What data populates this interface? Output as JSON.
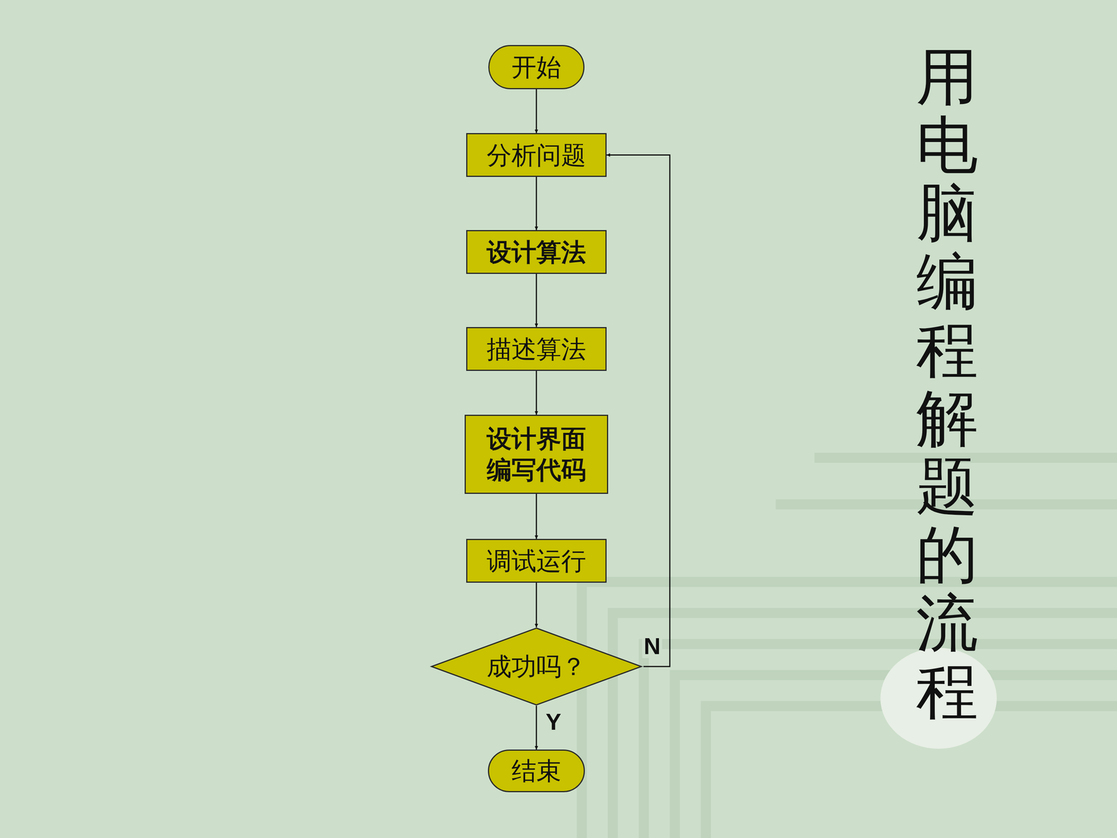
{
  "diagram": {
    "title": "用电脑编程解题的流程",
    "nodes": [
      {
        "text": [
          "开始"
        ]
      },
      {
        "text": [
          "分析问题"
        ]
      },
      {
        "text": [
          "设计算法"
        ]
      },
      {
        "text": [
          "描述算法"
        ]
      },
      {
        "text": [
          "设计界面 编写代码"
        ]
      },
      {
        "text": [
          "调试运行"
        ]
      },
      {
        "text": [
          "成功吗？"
        ]
      },
      {
        "text": [
          "结束"
        ]
      }
    ],
    "edges": [
      {
        "from": 0,
        "to": 1,
        "arrow": "to"
      },
      {
        "from": 1,
        "to": 2,
        "arrow": "to"
      },
      {
        "from": 2,
        "to": 3,
        "arrow": "to"
      },
      {
        "from": 3,
        "to": 4,
        "arrow": "to"
      },
      {
        "from": 4,
        "to": 5,
        "arrow": "to"
      },
      {
        "from": 5,
        "to": 6,
        "arrow": "to"
      },
      {
        "from": 6,
        "to": 7,
        "label": "Y",
        "arrow": "to"
      },
      {
        "from": 6,
        "to": 1,
        "label": "N",
        "arrow": "to"
      }
    ]
  }
}
